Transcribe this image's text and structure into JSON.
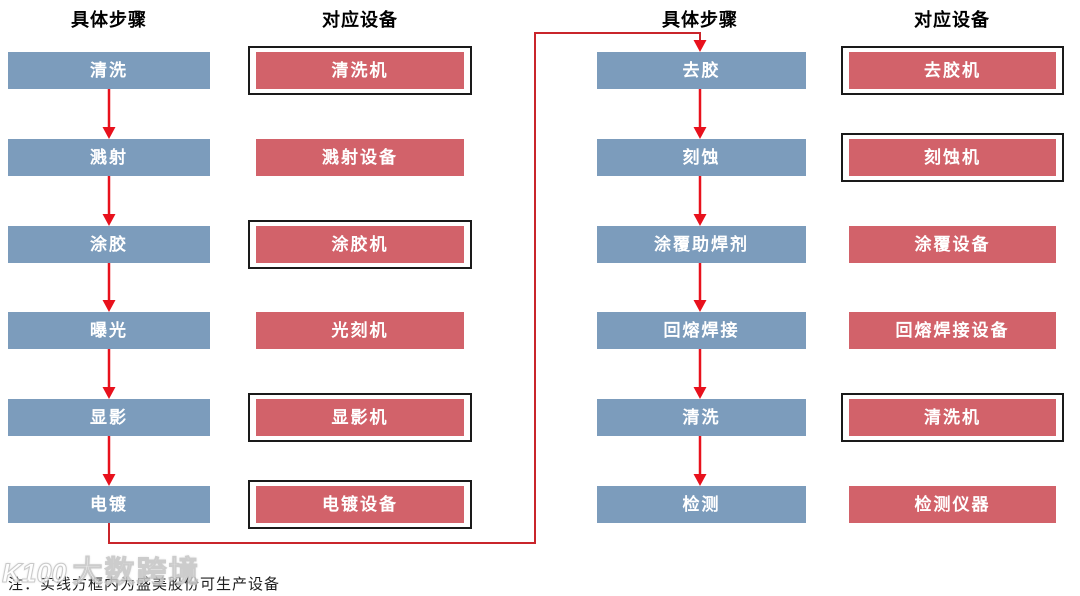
{
  "colors": {
    "step_fill": "#7C9CBC",
    "equipment_fill": "#D2626A",
    "arrow": "#E8111C",
    "connector": "#C9252B",
    "box_border": "#1A1A1A",
    "text_on_box": "#FFFFFF"
  },
  "flows": [
    {
      "headers": {
        "steps": "具体步骤",
        "equipment": "对应设备"
      },
      "rows": [
        {
          "step": "清洗",
          "equipment": "清洗机",
          "acm_producible": true
        },
        {
          "step": "溅射",
          "equipment": "溅射设备",
          "acm_producible": false
        },
        {
          "step": "涂胶",
          "equipment": "涂胶机",
          "acm_producible": true
        },
        {
          "step": "曝光",
          "equipment": "光刻机",
          "acm_producible": false
        },
        {
          "step": "显影",
          "equipment": "显影机",
          "acm_producible": true
        },
        {
          "step": "电镀",
          "equipment": "电镀设备",
          "acm_producible": true
        }
      ]
    },
    {
      "headers": {
        "steps": "具体步骤",
        "equipment": "对应设备"
      },
      "rows": [
        {
          "step": "去胶",
          "equipment": "去胶机",
          "acm_producible": true
        },
        {
          "step": "刻蚀",
          "equipment": "刻蚀机",
          "acm_producible": true
        },
        {
          "step": "涂覆助焊剂",
          "equipment": "涂覆设备",
          "acm_producible": false
        },
        {
          "step": "回熔焊接",
          "equipment": "回熔焊接设备",
          "acm_producible": false
        },
        {
          "step": "清洗",
          "equipment": "清洗机",
          "acm_producible": true
        },
        {
          "step": "检测",
          "equipment": "检测仪器",
          "acm_producible": false
        }
      ]
    }
  ],
  "note": "注：实线方框内为盛美股份可生产设备",
  "watermark": {
    "logo": "K100",
    "text": "大数跨境"
  }
}
